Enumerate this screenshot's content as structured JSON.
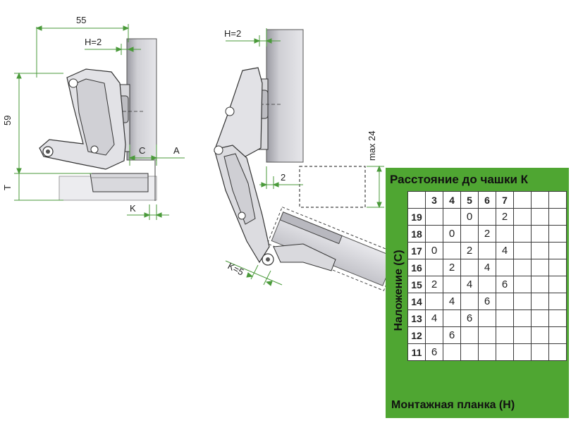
{
  "dimensions": {
    "left_width": "55",
    "left_h": "H=2",
    "left_height": "59",
    "left_t": "T",
    "left_c": "C",
    "left_a": "A",
    "left_k": "K",
    "right_h": "H=2",
    "right_max": "max 24",
    "right_gap": "2",
    "right_k": "K=5"
  },
  "table": {
    "title": "Расстояние до чашки К",
    "side_label": "Наложение (С)",
    "footer": "Монтажная планка (Н)",
    "columns": [
      "3",
      "4",
      "5",
      "6",
      "7",
      "",
      "",
      ""
    ],
    "rows": [
      {
        "label": "19",
        "cells": [
          "",
          "",
          "0",
          "",
          "2",
          "",
          "",
          ""
        ]
      },
      {
        "label": "18",
        "cells": [
          "",
          "0",
          "",
          "2",
          "",
          "",
          "",
          ""
        ]
      },
      {
        "label": "17",
        "cells": [
          "0",
          "",
          "2",
          "",
          "4",
          "",
          "",
          ""
        ]
      },
      {
        "label": "16",
        "cells": [
          "",
          "2",
          "",
          "4",
          "",
          "",
          "",
          ""
        ]
      },
      {
        "label": "15",
        "cells": [
          "2",
          "",
          "4",
          "",
          "6",
          "",
          "",
          ""
        ]
      },
      {
        "label": "14",
        "cells": [
          "",
          "4",
          "",
          "6",
          "",
          "",
          "",
          ""
        ]
      },
      {
        "label": "13",
        "cells": [
          "4",
          "",
          "6",
          "",
          "",
          "",
          "",
          ""
        ]
      },
      {
        "label": "12",
        "cells": [
          "",
          "6",
          "",
          "",
          "",
          "",
          "",
          ""
        ]
      },
      {
        "label": "11",
        "cells": [
          "6",
          "",
          "",
          "",
          "",
          "",
          "",
          ""
        ]
      }
    ]
  },
  "colors": {
    "panel": "#4fa632",
    "dimension_line": "#4a9a3a",
    "panel_gray": "#c8c8cc",
    "part_gray": "#d4d4d8",
    "outline": "#333333"
  }
}
